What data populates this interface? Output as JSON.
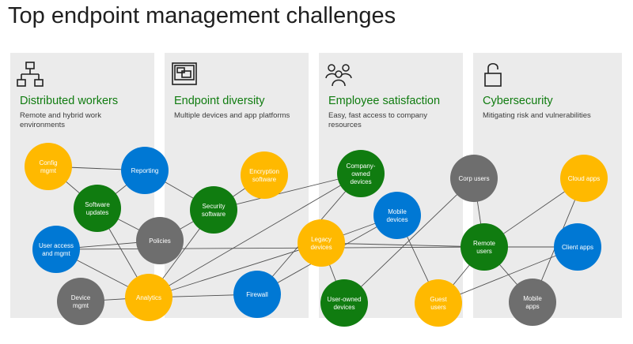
{
  "title": "Top endpoint management challenges",
  "colors": {
    "heading": "#107c10",
    "yellow": "#ffb900",
    "blue": "#0078d4",
    "green": "#107c10",
    "gray": "#6e6e6e",
    "panel": "#ebebeb"
  },
  "panels": [
    {
      "title": "Distributed workers",
      "desc": "Remote and hybrid work environments",
      "icon": "hierarchy-icon"
    },
    {
      "title": "Endpoint diversity",
      "desc": "Multiple devices and app platforms",
      "icon": "devices-icon"
    },
    {
      "title": "Employee satisfaction",
      "desc": "Easy, fast access to company resources",
      "icon": "people-icon"
    },
    {
      "title": "Cybersecurity",
      "desc": "Mitigating risk and vulnerabilities",
      "icon": "padlock-icon"
    }
  ],
  "nodes": [
    {
      "id": "config",
      "label": [
        "Config",
        "mgmt"
      ],
      "color": "yellow"
    },
    {
      "id": "reporting",
      "label": [
        "Reporting"
      ],
      "color": "blue"
    },
    {
      "id": "software",
      "label": [
        "Software",
        "updates"
      ],
      "color": "green"
    },
    {
      "id": "policies",
      "label": [
        "Policies"
      ],
      "color": "gray"
    },
    {
      "id": "useraccess",
      "label": [
        "User access",
        "and mgmt"
      ],
      "color": "blue"
    },
    {
      "id": "devicemgmt",
      "label": [
        "Device",
        "mgmt"
      ],
      "color": "gray"
    },
    {
      "id": "analytics",
      "label": [
        "Analytics"
      ],
      "color": "yellow"
    },
    {
      "id": "encryption",
      "label": [
        "Encryption",
        "software"
      ],
      "color": "yellow"
    },
    {
      "id": "security",
      "label": [
        "Security",
        "software"
      ],
      "color": "green"
    },
    {
      "id": "firewall",
      "label": [
        "Firewall"
      ],
      "color": "blue"
    },
    {
      "id": "company",
      "label": [
        "Company-",
        "owned",
        "devices"
      ],
      "color": "green"
    },
    {
      "id": "mobiledev",
      "label": [
        "Mobile",
        "devices"
      ],
      "color": "blue"
    },
    {
      "id": "legacy",
      "label": [
        "Legacy",
        "devices"
      ],
      "color": "yellow"
    },
    {
      "id": "userowned",
      "label": [
        "User-owned",
        "devices"
      ],
      "color": "green"
    },
    {
      "id": "guest",
      "label": [
        "Guest",
        "users"
      ],
      "color": "yellow"
    },
    {
      "id": "corp",
      "label": [
        "Corp users"
      ],
      "color": "gray"
    },
    {
      "id": "remote",
      "label": [
        "Remote",
        "users"
      ],
      "color": "green"
    },
    {
      "id": "cloud",
      "label": [
        "Cloud apps"
      ],
      "color": "yellow"
    },
    {
      "id": "client",
      "label": [
        "Client apps"
      ],
      "color": "blue"
    },
    {
      "id": "mobileapps",
      "label": [
        "Mobile",
        "apps"
      ],
      "color": "gray"
    }
  ],
  "edges": [
    [
      "config",
      "reporting"
    ],
    [
      "config",
      "software"
    ],
    [
      "reporting",
      "software"
    ],
    [
      "reporting",
      "security"
    ],
    [
      "software",
      "policies"
    ],
    [
      "software",
      "analytics"
    ],
    [
      "useraccess",
      "policies"
    ],
    [
      "useraccess",
      "analytics"
    ],
    [
      "devicemgmt",
      "analytics"
    ],
    [
      "analytics",
      "firewall"
    ],
    [
      "analytics",
      "security"
    ],
    [
      "analytics",
      "company"
    ],
    [
      "analytics",
      "legacy"
    ],
    [
      "security",
      "policies"
    ],
    [
      "security",
      "encryption"
    ],
    [
      "security",
      "company"
    ],
    [
      "useraccess",
      "remote"
    ],
    [
      "firewall",
      "mobiledev"
    ],
    [
      "firewall",
      "company"
    ],
    [
      "legacy",
      "mobiledev"
    ],
    [
      "legacy",
      "userowned"
    ],
    [
      "legacy",
      "remote"
    ],
    [
      "userowned",
      "corp"
    ],
    [
      "mobiledev",
      "guest"
    ],
    [
      "guest",
      "remote"
    ],
    [
      "guest",
      "client"
    ],
    [
      "corp",
      "remote"
    ],
    [
      "remote",
      "client"
    ],
    [
      "remote",
      "mobileapps"
    ],
    [
      "remote",
      "cloud"
    ],
    [
      "mobileapps",
      "cloud"
    ]
  ]
}
